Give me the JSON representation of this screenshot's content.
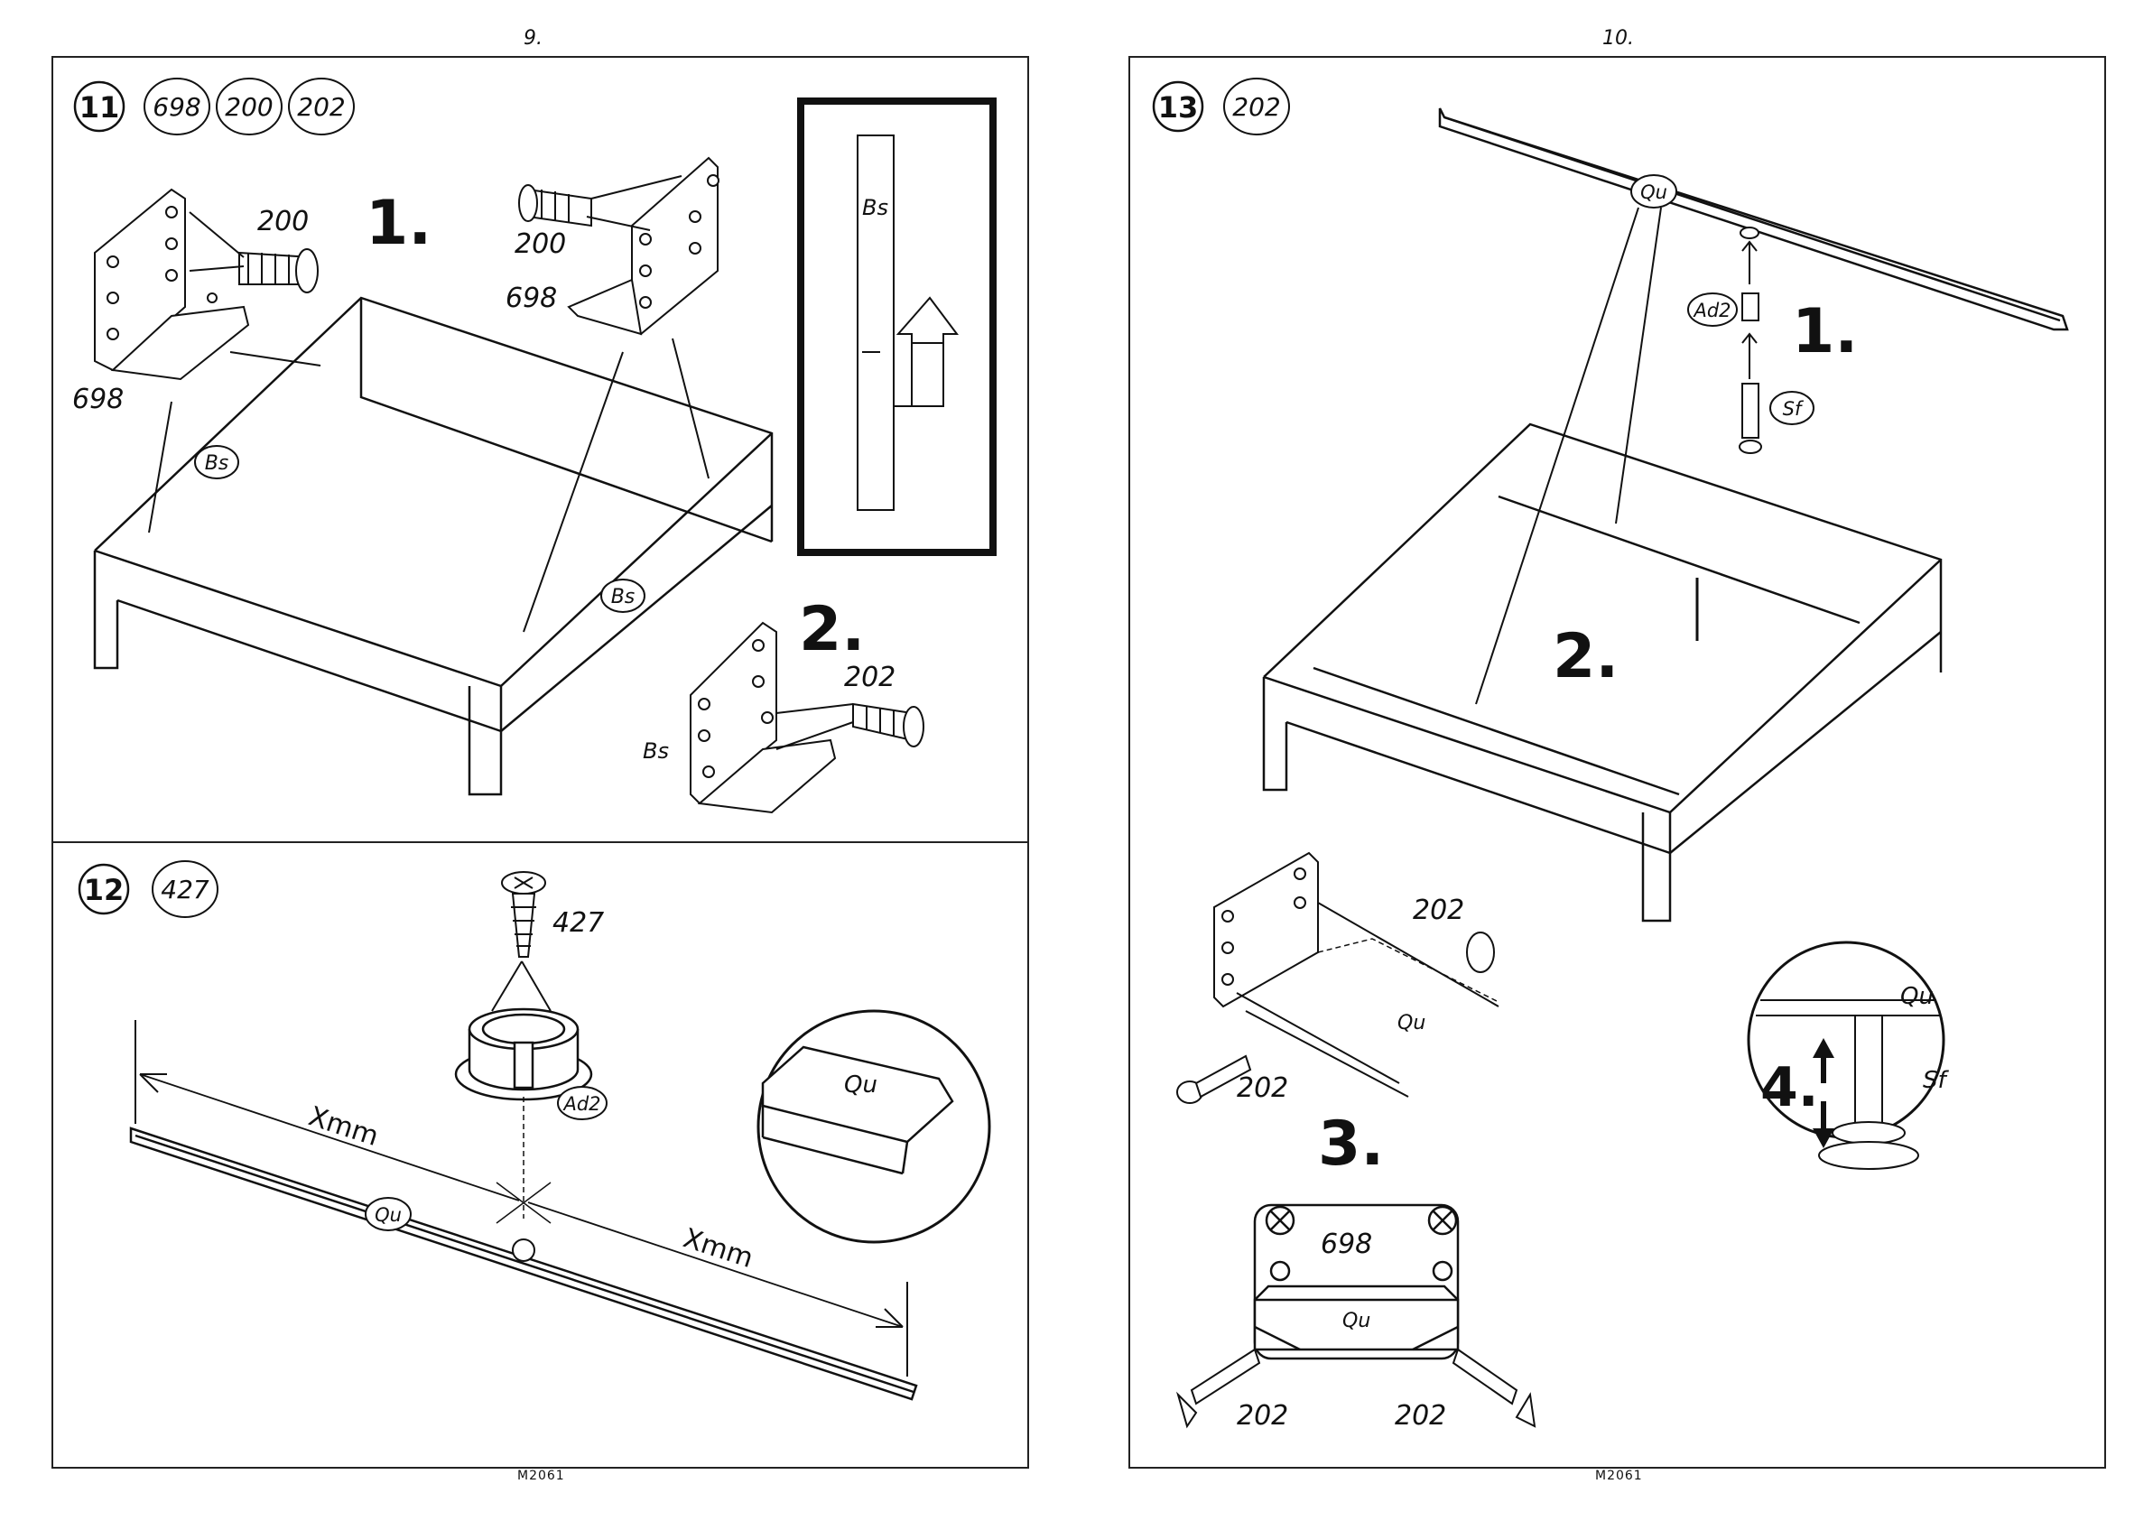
{
  "pages": {
    "left_number": "9.",
    "right_number": "10.",
    "left_footer": "M2061",
    "right_footer": "M2061"
  },
  "step11": {
    "step_number": "11",
    "parts": [
      "698",
      "200",
      "202"
    ],
    "substep1": "1.",
    "substep2": "2.",
    "label_200": "200",
    "label_200_b": "200",
    "label_698": "698",
    "label_698_b": "698",
    "label_202": "202",
    "tag_bs_1": "Bs",
    "tag_bs_2": "Bs",
    "tag_bs_3": "Bs",
    "tag_bs_4": "Bs"
  },
  "step12": {
    "step_number": "12",
    "parts": [
      "427"
    ],
    "label_427": "427",
    "tag_ad2": "Ad2",
    "tag_qu": "Qu",
    "tag_qu_zoom": "Qu",
    "dim_1": "Xmm",
    "dim_2": "Xmm"
  },
  "step13": {
    "step_number": "13",
    "parts": [
      "202"
    ],
    "substep1": "1.",
    "substep2": "2.",
    "substep3": "3.",
    "substep4": "4.",
    "tag_qu": "Qu",
    "tag_ad2": "Ad2",
    "tag_sf": "Sf",
    "label_202_a": "202",
    "label_202_b": "202",
    "label_qu_rail": "Qu",
    "label_698": "698",
    "label_qu_bracket": "Qu",
    "label_202_c": "202",
    "label_202_d": "202",
    "zoom_qu": "Qu",
    "zoom_sf": "Sf"
  }
}
